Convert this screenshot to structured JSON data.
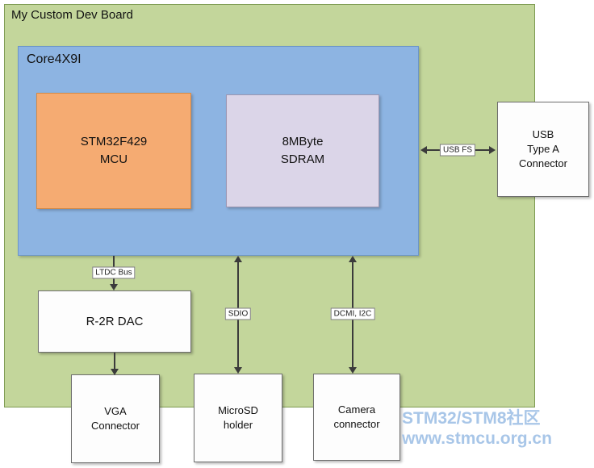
{
  "title": "My Custom Dev Board",
  "core": {
    "label": "Core4X9I",
    "mcu_label": "STM32F429\nMCU",
    "sdram_label": "8MByte\nSDRAM"
  },
  "peripherals": {
    "usb_connector": "USB\nType A\nConnector",
    "dac": "R-2R DAC",
    "vga_connector": "VGA\nConnector",
    "microsd_holder": "MicroSD\nholder",
    "camera_connector": "Camera\nconnector"
  },
  "bus_labels": {
    "usb_fs": "USB FS",
    "ltdc_bus": "LTDC Bus",
    "sdio": "SDIO",
    "dcmi_i2c": "DCMI, I2C"
  },
  "watermark": {
    "line1": "STM32/STM8社区",
    "line2": "www.stmcu.org.cn"
  },
  "colors": {
    "board_bg": "#C3D69B",
    "board_border": "#7E9B52",
    "core_bg": "#8DB4E2",
    "core_border": "#6C96C8",
    "mcu_bg": "#F5AB72",
    "mcu_border": "#D48A47",
    "sdram_bg": "#DBD5E8",
    "sdram_border": "#9C96B2",
    "block_bg": "#FDFDFD",
    "block_border": "#6E6E6E",
    "arrow": "#3B3B3B",
    "watermark": "#A8C6E8"
  }
}
